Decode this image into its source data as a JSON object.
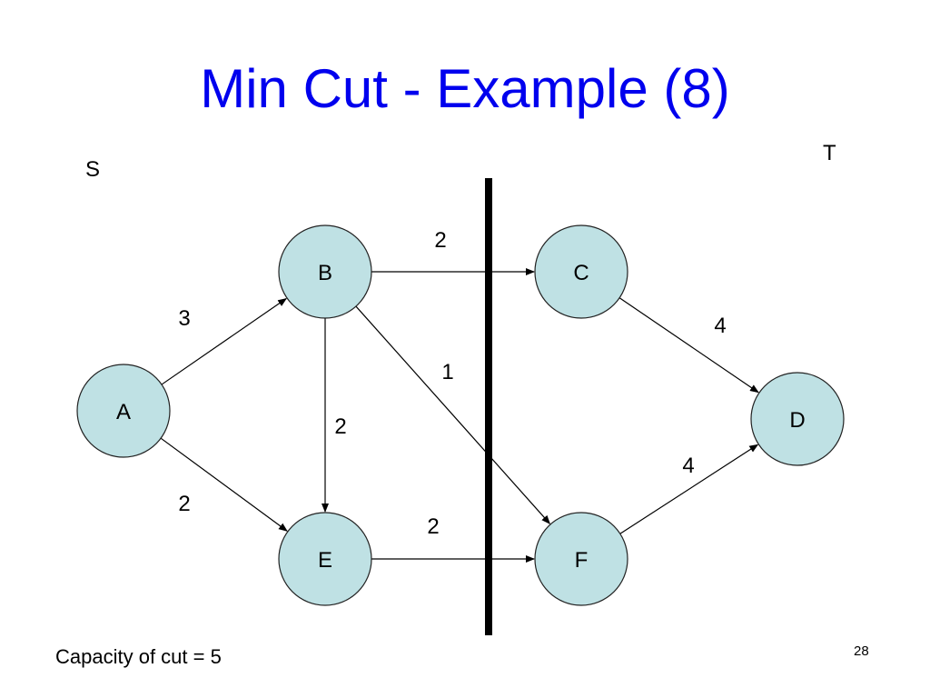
{
  "slide": {
    "title": "Min Cut - Example (8)",
    "caption": "Capacity of cut = 5",
    "page_number": "28"
  },
  "regions": {
    "source_label": "S",
    "sink_label": "T"
  },
  "graph": {
    "nodes": [
      {
        "id": "A",
        "label": "A"
      },
      {
        "id": "B",
        "label": "B"
      },
      {
        "id": "C",
        "label": "C"
      },
      {
        "id": "D",
        "label": "D"
      },
      {
        "id": "E",
        "label": "E"
      },
      {
        "id": "F",
        "label": "F"
      }
    ],
    "edges": [
      {
        "from": "A",
        "to": "B",
        "capacity": "3"
      },
      {
        "from": "A",
        "to": "E",
        "capacity": "2"
      },
      {
        "from": "B",
        "to": "C",
        "capacity": "2"
      },
      {
        "from": "B",
        "to": "E",
        "capacity": "2"
      },
      {
        "from": "B",
        "to": "F",
        "capacity": "1"
      },
      {
        "from": "E",
        "to": "F",
        "capacity": "2"
      },
      {
        "from": "C",
        "to": "D",
        "capacity": "4"
      },
      {
        "from": "F",
        "to": "D",
        "capacity": "4"
      }
    ]
  },
  "colors": {
    "title": "#0000ee",
    "node_fill": "#bfe1e4"
  }
}
